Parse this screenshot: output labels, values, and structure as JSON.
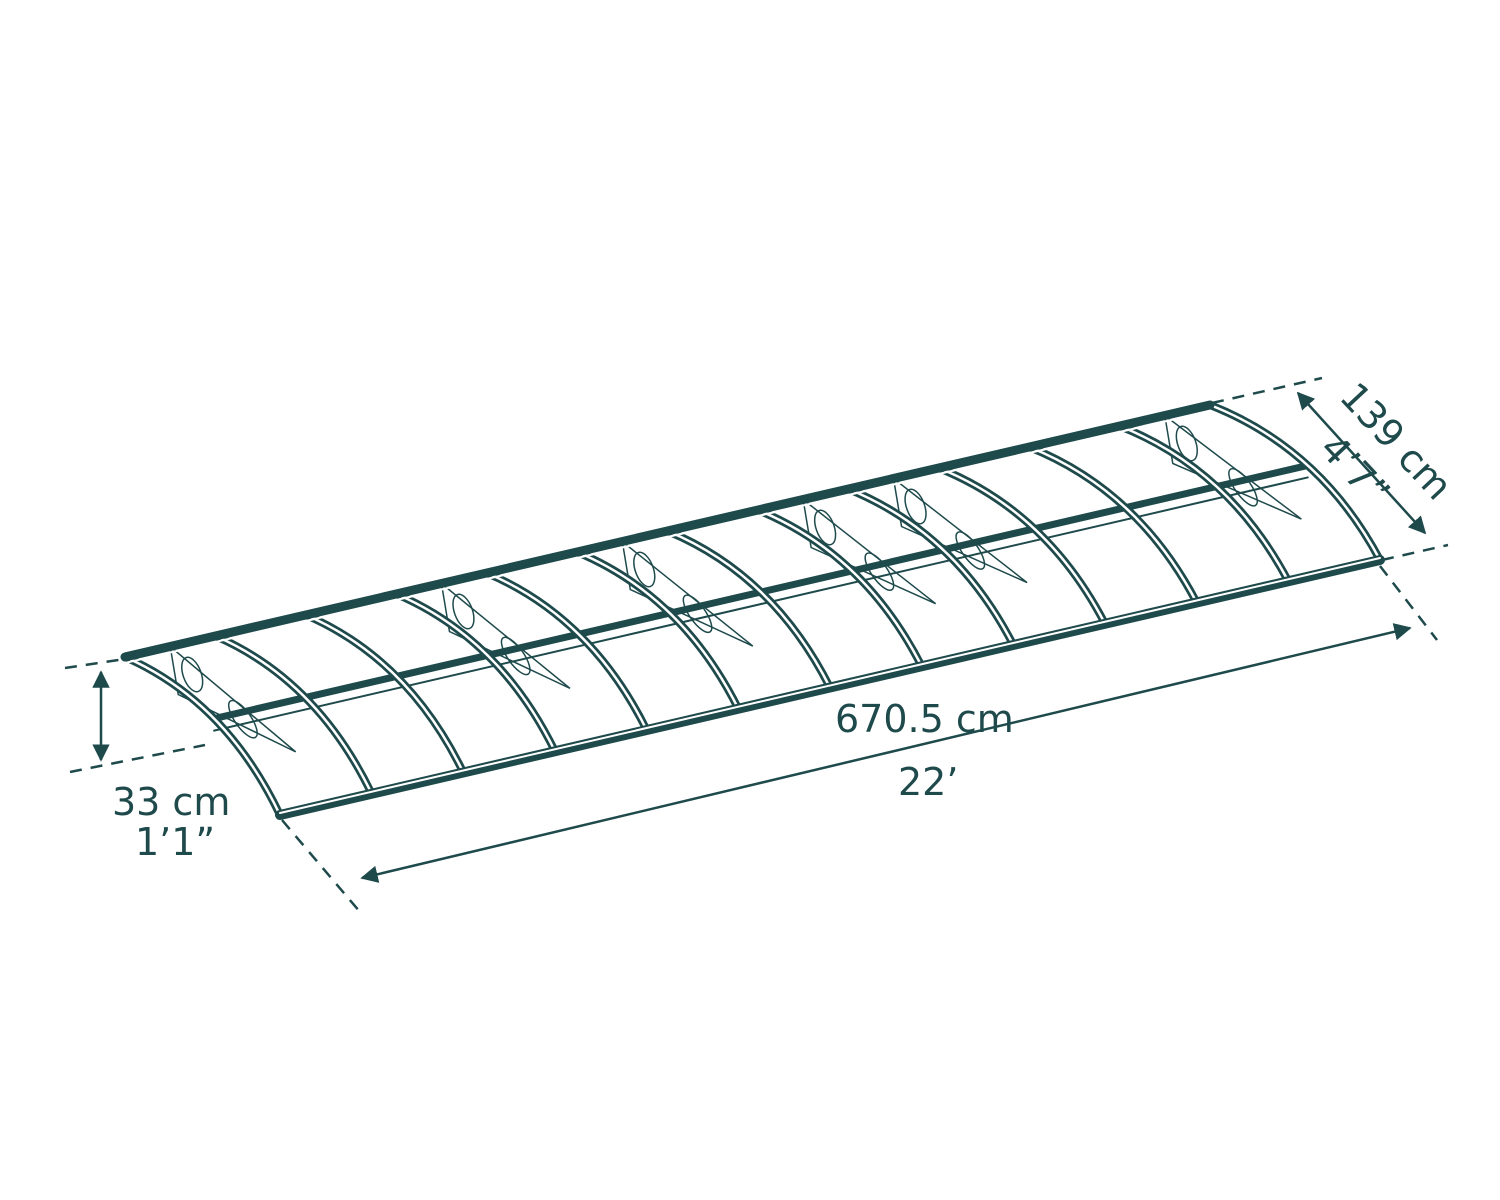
{
  "colors": {
    "line": "#1f4a4c",
    "background": "#ffffff"
  },
  "dimensions": {
    "length": {
      "metric": "670.5 cm",
      "imperial": "22’"
    },
    "depth": {
      "metric": "139 cm",
      "imperial": "4’7”"
    },
    "height": {
      "metric": "33 cm",
      "imperial": "1’1”"
    }
  }
}
